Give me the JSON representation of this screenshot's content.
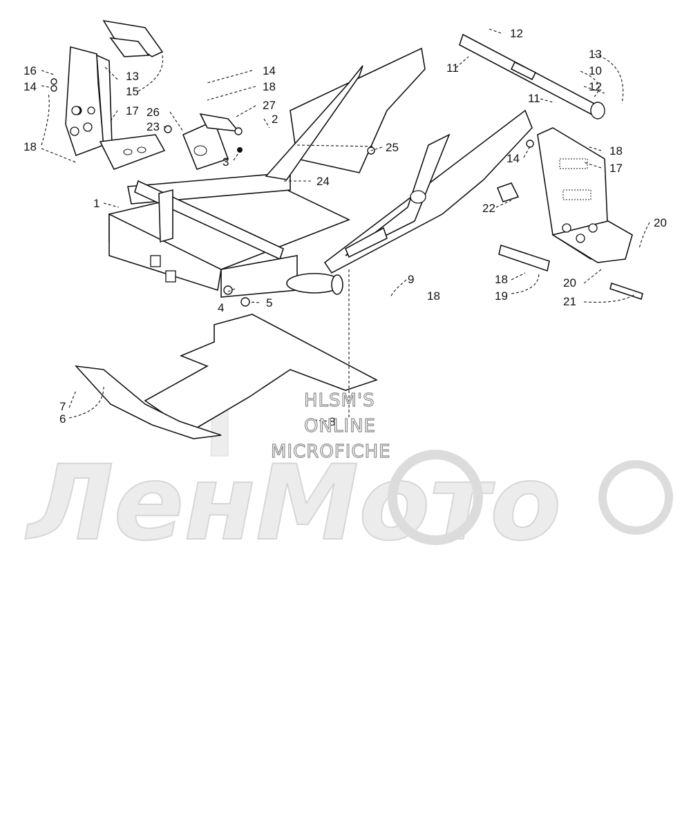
{
  "diagram": {
    "callouts": [
      {
        "id": "c1",
        "text": "1"
      },
      {
        "id": "c2",
        "text": "2"
      },
      {
        "id": "c3",
        "text": "3"
      },
      {
        "id": "c4",
        "text": "4"
      },
      {
        "id": "c5",
        "text": "5"
      },
      {
        "id": "c6",
        "text": "6"
      },
      {
        "id": "c7",
        "text": "7"
      },
      {
        "id": "c8",
        "text": "8"
      },
      {
        "id": "c9",
        "text": "9"
      },
      {
        "id": "c10",
        "text": "10"
      },
      {
        "id": "c11a",
        "text": "11"
      },
      {
        "id": "c11b",
        "text": "11"
      },
      {
        "id": "c12a",
        "text": "12"
      },
      {
        "id": "c12b",
        "text": "12"
      },
      {
        "id": "c13a",
        "text": "13"
      },
      {
        "id": "c13b",
        "text": "13"
      },
      {
        "id": "c14a",
        "text": "14"
      },
      {
        "id": "c14b",
        "text": "14"
      },
      {
        "id": "c14c",
        "text": "14"
      },
      {
        "id": "c15",
        "text": "15"
      },
      {
        "id": "c16",
        "text": "16"
      },
      {
        "id": "c17a",
        "text": "17"
      },
      {
        "id": "c17b",
        "text": "17"
      },
      {
        "id": "c18a",
        "text": "18"
      },
      {
        "id": "c18b",
        "text": "18"
      },
      {
        "id": "c18c",
        "text": "18"
      },
      {
        "id": "c18d",
        "text": "18"
      },
      {
        "id": "c18e",
        "text": "18"
      },
      {
        "id": "c19",
        "text": "19"
      },
      {
        "id": "c20a",
        "text": "20"
      },
      {
        "id": "c20b",
        "text": "20"
      },
      {
        "id": "c21",
        "text": "21"
      },
      {
        "id": "c22",
        "text": "22"
      },
      {
        "id": "c23",
        "text": "23"
      },
      {
        "id": "c24",
        "text": "24"
      },
      {
        "id": "c25",
        "text": "25"
      },
      {
        "id": "c26",
        "text": "26"
      },
      {
        "id": "c27",
        "text": "27"
      }
    ]
  },
  "watermark": {
    "line1": "HLSM'S",
    "line2": "ONLINE",
    "line3": "MICROFICHE",
    "brand": "ЛенМото"
  }
}
